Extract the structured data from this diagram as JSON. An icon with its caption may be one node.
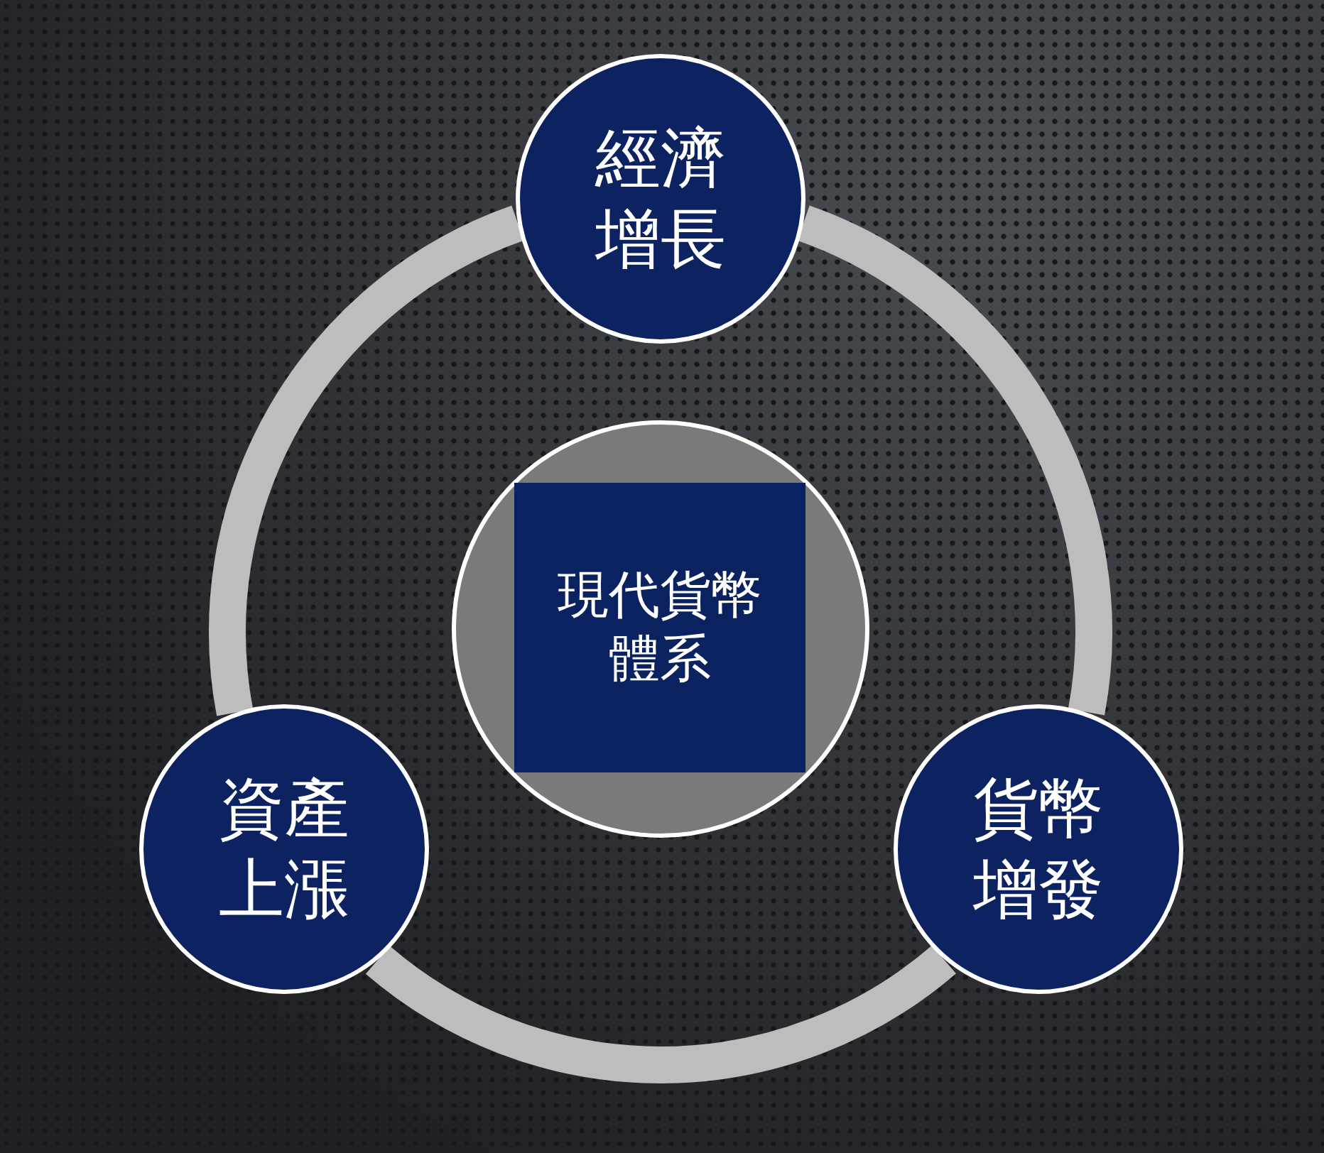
{
  "diagram": {
    "nodes": [
      {
        "text": [
          "經濟增長"
        ]
      },
      {
        "text": [],
        "shape": "circle"
      },
      {
        "text": [
          "現代貨幣體系"
        ],
        "in": 1
      },
      {
        "text": [
          "資產上漲"
        ]
      },
      {
        "text": [
          "貨幣增發"
        ]
      }
    ],
    "edges": [
      {
        "from": 0,
        "to": 4,
        "arrow": "none"
      },
      {
        "from": 4,
        "to": 3,
        "arrow": "none"
      },
      {
        "from": 3,
        "to": 0,
        "arrow": "none"
      }
    ]
  }
}
